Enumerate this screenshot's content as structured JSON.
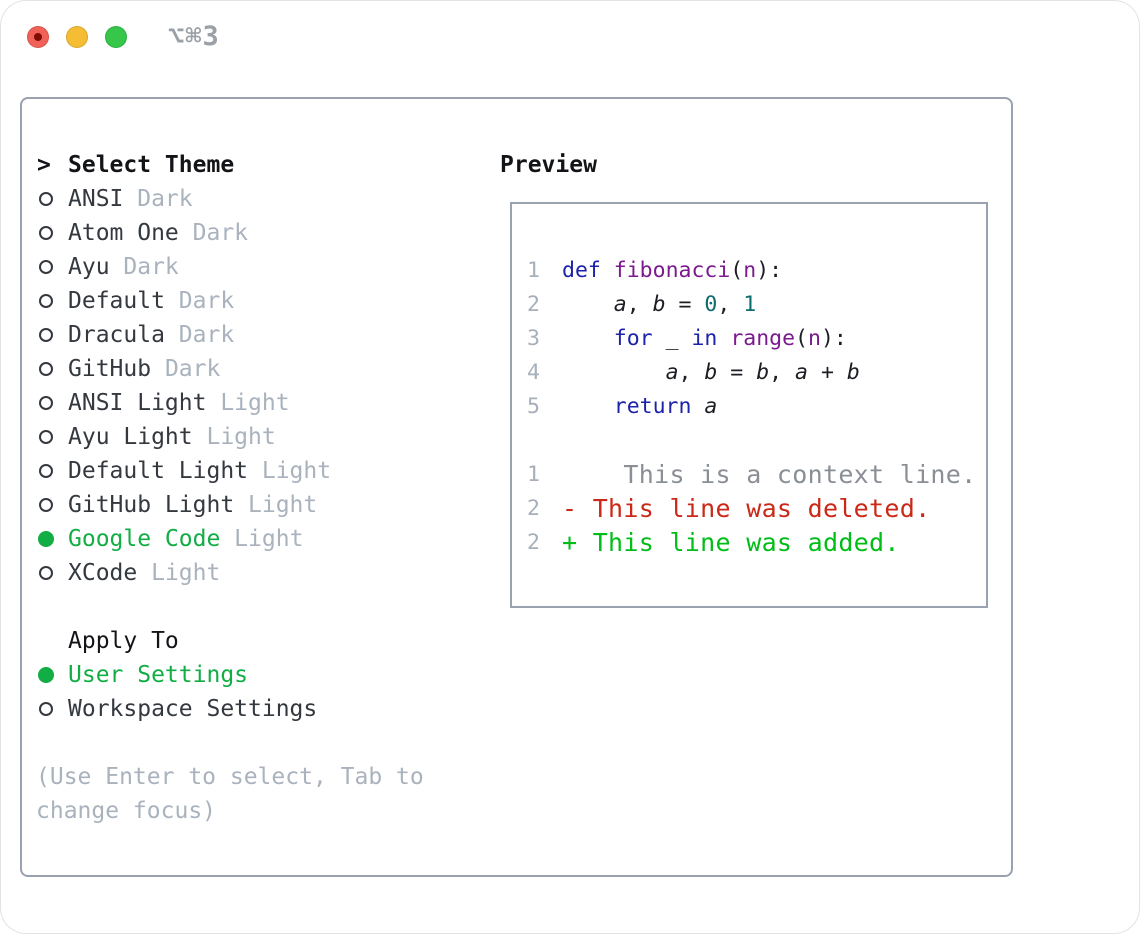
{
  "window": {
    "title": "⌥⌘3"
  },
  "theme_list": {
    "focus_marker": ">",
    "header": "Select Theme",
    "items": [
      {
        "name": "ANSI",
        "tag": "Dark",
        "selected": false
      },
      {
        "name": "Atom One",
        "tag": "Dark",
        "selected": false
      },
      {
        "name": "Ayu",
        "tag": "Dark",
        "selected": false
      },
      {
        "name": "Default",
        "tag": "Dark",
        "selected": false
      },
      {
        "name": "Dracula",
        "tag": "Dark",
        "selected": false
      },
      {
        "name": "GitHub",
        "tag": "Dark",
        "selected": false
      },
      {
        "name": "ANSI Light",
        "tag": "Light",
        "selected": false
      },
      {
        "name": "Ayu Light",
        "tag": "Light",
        "selected": false
      },
      {
        "name": "Default Light",
        "tag": "Light",
        "selected": false
      },
      {
        "name": "GitHub Light",
        "tag": "Light",
        "selected": false
      },
      {
        "name": "Google Code",
        "tag": "Light",
        "selected": true
      },
      {
        "name": "XCode",
        "tag": "Light",
        "selected": false
      }
    ]
  },
  "apply_to": {
    "header": "Apply To",
    "options": [
      {
        "label": "User Settings",
        "selected": true
      },
      {
        "label": "Workspace Settings",
        "selected": false
      }
    ]
  },
  "help_text": "(Use Enter to select, Tab to change focus)",
  "preview": {
    "title": "Preview",
    "code_lines": [
      {
        "num": "1",
        "tokens": [
          [
            "kw",
            "def"
          ],
          [
            "pln",
            " "
          ],
          [
            "fn",
            "fibonacci"
          ],
          [
            "pln",
            "("
          ],
          [
            "param",
            "n"
          ],
          [
            "pln",
            "):"
          ]
        ]
      },
      {
        "num": "2",
        "tokens": [
          [
            "pln",
            "    "
          ],
          [
            "var",
            "a"
          ],
          [
            "pln",
            ", "
          ],
          [
            "var",
            "b"
          ],
          [
            "pln",
            " = "
          ],
          [
            "lit",
            "0"
          ],
          [
            "pln",
            ", "
          ],
          [
            "lit",
            "1"
          ]
        ]
      },
      {
        "num": "3",
        "tokens": [
          [
            "pln",
            "    "
          ],
          [
            "kw",
            "for"
          ],
          [
            "pln",
            " _ "
          ],
          [
            "kw",
            "in"
          ],
          [
            "pln",
            " "
          ],
          [
            "fn",
            "range"
          ],
          [
            "pln",
            "("
          ],
          [
            "param",
            "n"
          ],
          [
            "pln",
            "):"
          ]
        ]
      },
      {
        "num": "4",
        "tokens": [
          [
            "pln",
            "        "
          ],
          [
            "var",
            "a"
          ],
          [
            "pln",
            ", "
          ],
          [
            "var",
            "b"
          ],
          [
            "pln",
            " = "
          ],
          [
            "var",
            "b"
          ],
          [
            "pln",
            ", "
          ],
          [
            "var",
            "a"
          ],
          [
            "pln",
            " + "
          ],
          [
            "var",
            "b"
          ]
        ]
      },
      {
        "num": "5",
        "tokens": [
          [
            "pln",
            "    "
          ],
          [
            "kw",
            "return"
          ],
          [
            "pln",
            " "
          ],
          [
            "var",
            "a"
          ]
        ]
      }
    ],
    "diff_lines": [
      {
        "num": "1",
        "type": "context",
        "text": "    This is a context line."
      },
      {
        "num": "2",
        "type": "deleted",
        "text": "- This line was deleted."
      },
      {
        "num": "2",
        "type": "added",
        "text": "+ This line was added."
      }
    ]
  },
  "colors": {
    "accent_green": "#12ad45",
    "keyword_blue": "#1c22a9",
    "function_purple": "#7b1a8e",
    "literal_teal": "#0e6b6d",
    "code_black": "#1c1e23",
    "diff_red": "#cb2817",
    "diff_green": "#00bd17",
    "context_gray": "#8a8f95",
    "line_number_gray": "#a6afba",
    "tag_gray": "#a9b2bd",
    "text_dark": "#34383f",
    "header_black": "#121417",
    "border_gray": "#99a2ae",
    "traffic_red": "#f26158",
    "traffic_red_dot": "#7e0d05",
    "traffic_yellow": "#f5bd33",
    "traffic_green": "#35c64a",
    "title_gray": "#9aa0a6"
  }
}
